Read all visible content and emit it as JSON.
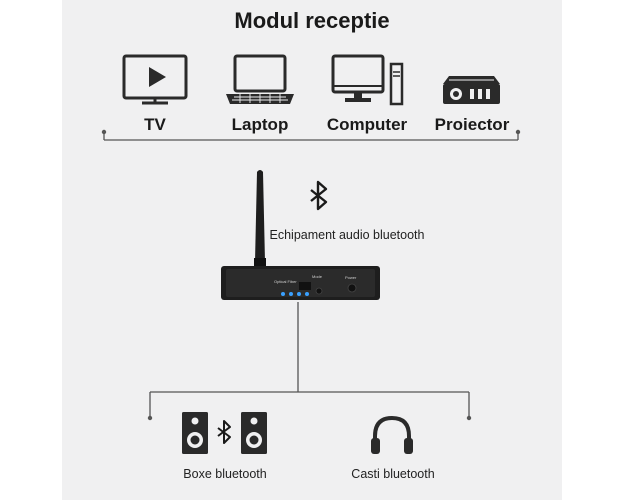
{
  "title": "Modul receptie",
  "sources": [
    {
      "label": "TV",
      "icon": "tv-icon"
    },
    {
      "label": "Laptop",
      "icon": "laptop-icon"
    },
    {
      "label": "Computer",
      "icon": "computer-icon"
    },
    {
      "label": "Proiector",
      "icon": "projector-icon"
    }
  ],
  "receiver": {
    "label": "Echipament audio bluetooth",
    "icon": "bluetooth-icon",
    "panel_labels": {
      "input": "Optical Fiber",
      "mode": "Mode",
      "power": "Power"
    }
  },
  "outputs": [
    {
      "label": "Boxe bluetooth",
      "icon": "speakers-icon"
    },
    {
      "label": "Casti bluetooth",
      "icon": "headphones-icon"
    }
  ],
  "colors": {
    "panel_bg": "#f0f0f1",
    "line": "#555555",
    "icon": "#2a2a2a",
    "led": "#3aa0ff"
  }
}
